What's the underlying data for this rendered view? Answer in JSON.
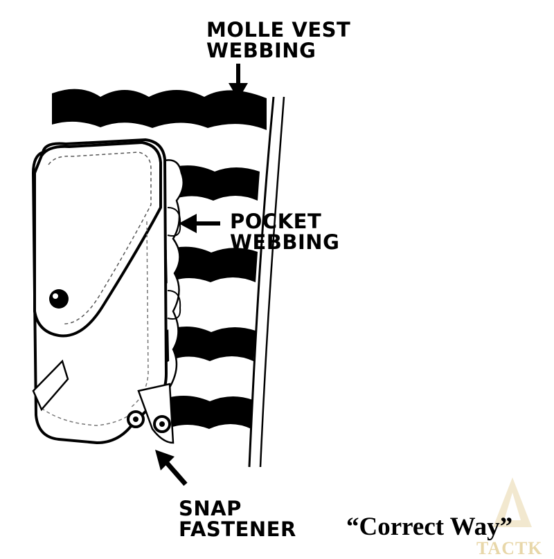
{
  "labels": {
    "molle_line1": "MOLLE VEST",
    "molle_line2": "WEBBING",
    "pocket_line1": "POCKET",
    "pocket_line2": "WEBBING",
    "snap_line1": "SNAP",
    "snap_line2": "FASTENER"
  },
  "caption": "“Correct Way”",
  "watermark": {
    "text": "TACTK",
    "color": "#e8d7a9"
  },
  "colors": {
    "ink": "#000000",
    "background": "#ffffff",
    "watermark": "#e8d7a9"
  }
}
